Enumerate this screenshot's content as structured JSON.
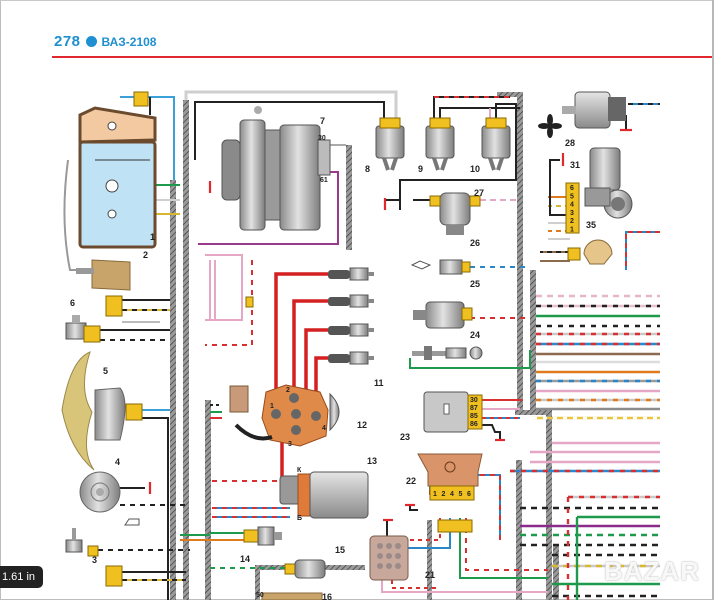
{
  "page": {
    "number": "278",
    "title": "ВАЗ-2108",
    "accent_color": "#1e8fd0",
    "rule_color": "#e0282e"
  },
  "viewer": {
    "measurement": "1.61 in",
    "watermark": "BAZAR"
  },
  "diagram": {
    "components": [
      {
        "id": "1",
        "name": "headlight"
      },
      {
        "id": "2",
        "name": "headlight-washer-motor"
      },
      {
        "id": "3",
        "name": "sensor"
      },
      {
        "id": "4",
        "name": "horn"
      },
      {
        "id": "5",
        "name": "radiator-fan-motor"
      },
      {
        "id": "6",
        "name": "fan-thermo-switch"
      },
      {
        "id": "7",
        "name": "alternator"
      },
      {
        "id": "8",
        "name": "headlight-washer-pump"
      },
      {
        "id": "9",
        "name": "rear-washer-pump"
      },
      {
        "id": "10",
        "name": "windshield-washer-pump"
      },
      {
        "id": "11",
        "name": "spark-plugs"
      },
      {
        "id": "12",
        "name": "distributor"
      },
      {
        "id": "13",
        "name": "ignition-coil"
      },
      {
        "id": "14",
        "name": "reverse-light-switch"
      },
      {
        "id": "15",
        "name": "oil-pressure-sensor"
      },
      {
        "id": "16",
        "name": "starter"
      },
      {
        "id": "21",
        "name": "connector-block"
      },
      {
        "id": "22",
        "name": "switch-unit"
      },
      {
        "id": "23",
        "name": "relay"
      },
      {
        "id": "24",
        "name": "brake-wear-sensor"
      },
      {
        "id": "25",
        "name": "temperature-sensor"
      },
      {
        "id": "26",
        "name": "oil-level-sensor"
      },
      {
        "id": "27",
        "name": "solenoid-valve"
      },
      {
        "id": "28",
        "name": "heater-fan-motor"
      },
      {
        "id": "31",
        "name": "wiper-motor"
      },
      {
        "id": "35",
        "name": "lamp"
      }
    ],
    "alternator_pins": [
      "30",
      "61"
    ],
    "relay_pins": [
      "30",
      "87",
      "85",
      "86"
    ],
    "wiper_pins": [
      "6",
      "5",
      "4",
      "3",
      "2",
      "1"
    ],
    "switch_pins": [
      "1",
      "2",
      "4",
      "5",
      "6"
    ],
    "coil_pins": [
      "К",
      "Б"
    ],
    "distributor_pins": [
      "1",
      "2",
      "3",
      "4"
    ],
    "starter_pin": "50"
  }
}
